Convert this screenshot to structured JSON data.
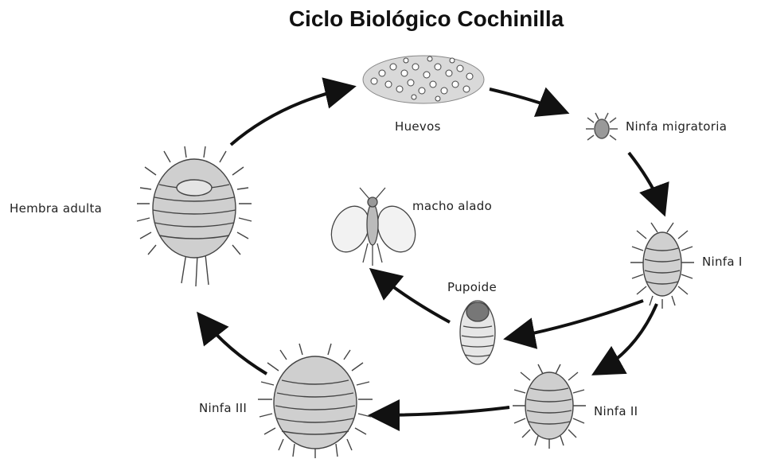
{
  "title": "Ciclo Biológico Cochinilla",
  "stages": {
    "eggs": "Huevos",
    "migratory_nymph": "Ninfa migratoria",
    "nymph_1": "Ninfa I",
    "nymph_2": "Ninfa II",
    "nymph_3": "Ninfa III",
    "adult_female": "Hembra adulta",
    "pupoid": "Pupoide",
    "winged_male": "macho alado"
  }
}
